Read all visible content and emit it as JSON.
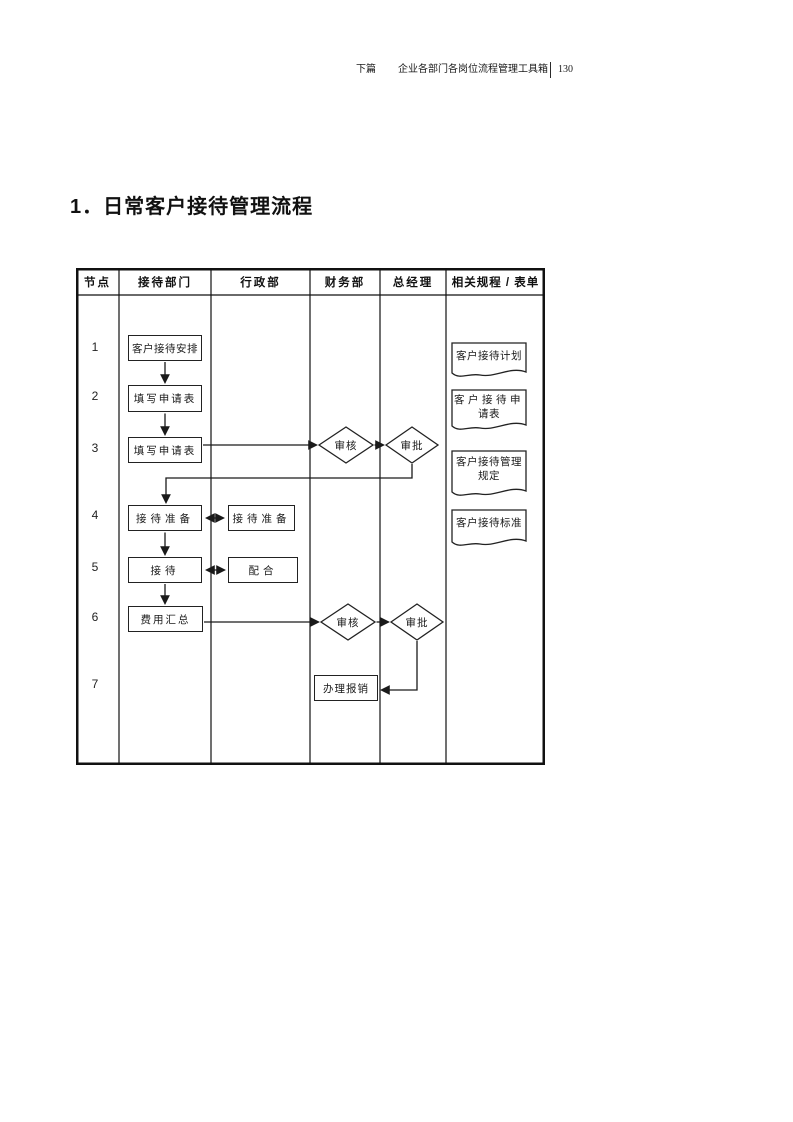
{
  "colors": {
    "ink": "#1a1a1a",
    "paper": "#ffffff"
  },
  "header": {
    "part": "下篇",
    "book_title": "企业各部门各岗位流程管理工具箱",
    "page_number": "130"
  },
  "section_title": "1．日常客户接待管理流程",
  "table": {
    "columns": [
      "节点",
      "接待部门",
      "行政部",
      "财务部",
      "总经理",
      "相关规程 / 表单"
    ]
  },
  "flow": {
    "node_numbers": [
      "1",
      "2",
      "3",
      "4",
      "5",
      "6",
      "7"
    ],
    "boxes": {
      "arrange": "客户接待安排",
      "fill_form_1": "填写申请表",
      "fill_form_2": "填写申请表",
      "prepare_reception": "接待准备",
      "prepare_admin": "接待准备",
      "reception": "接待",
      "cooperate": "配合",
      "expense_summary": "费用汇总",
      "reimbursement": "办理报销"
    },
    "decisions": {
      "review_1": "审核",
      "approve_1": "审批",
      "review_2": "审核",
      "approve_2": "审批"
    },
    "documents": {
      "plan": "客户接待计划",
      "application_line1": "客户接待申",
      "application_line2": "请表",
      "regulation_line1": "客户接待管理",
      "regulation_line2": "规定",
      "standard": "客户接待标准"
    }
  }
}
